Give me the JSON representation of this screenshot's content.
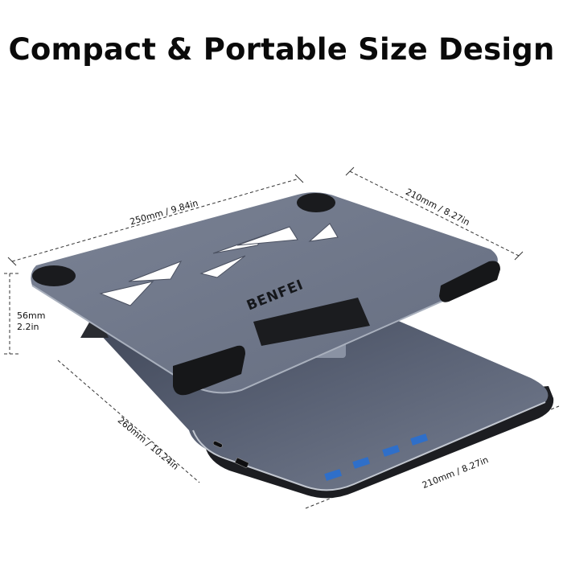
{
  "header": {
    "title": "Compact & Portable Size Design"
  },
  "product": {
    "brand": "BENFEI",
    "type": "laptop stand with USB hub",
    "colors": {
      "panel": "#6e7689",
      "panel_dark": "#4b5263",
      "pad": "#1b1c1f",
      "usb_blue": "#2f6fc9",
      "edge": "#b8bdc8"
    },
    "ports": [
      {
        "type": "USB-C",
        "count": 1
      },
      {
        "type": "HDMI",
        "count": 1
      },
      {
        "type": "USB-A 3.0",
        "count": 4
      }
    ]
  },
  "dimensions": {
    "top_width": "250mm / 9.84in",
    "top_depth": "210mm / 8.27in",
    "height_mm": "56mm",
    "height_in": "2.2in",
    "base_length": "260mm / 10.24in",
    "base_depth": "210mm / 8.27in"
  }
}
